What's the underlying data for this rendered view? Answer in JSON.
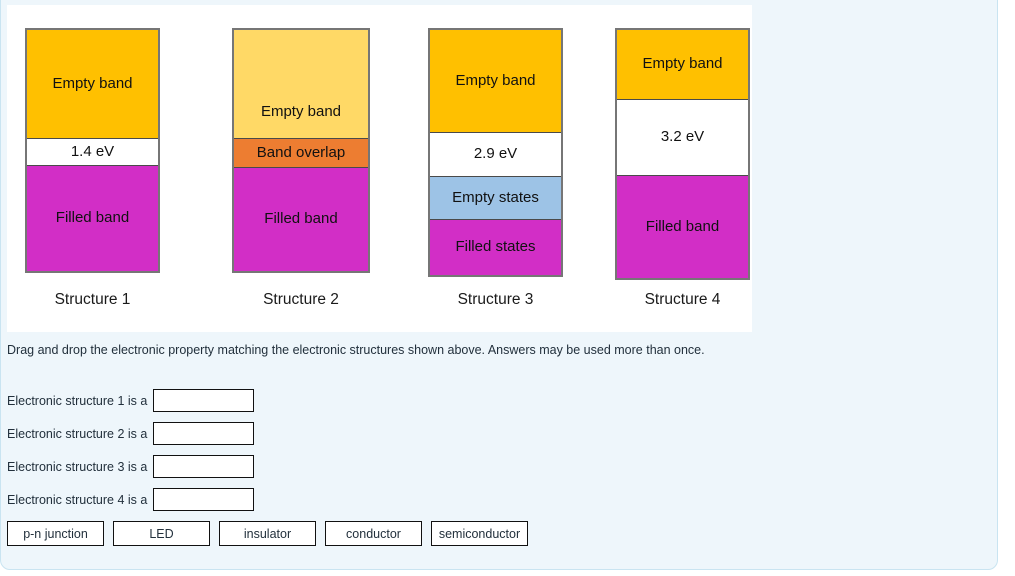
{
  "instruction": "Drag and drop the electronic property matching the electronic structures shown above. Answers may be used more than once.",
  "chart_data": {
    "type": "band-structure-diagrams",
    "structures": [
      {
        "label": "Structure 1",
        "segments": [
          {
            "text": "Empty band",
            "color": "#ffc000",
            "height": 108
          },
          {
            "text": "1.4 eV",
            "color": "#ffffff",
            "height": 27
          },
          {
            "text": "Filled band",
            "color": "#d22ec6",
            "height": 106
          }
        ]
      },
      {
        "label": "Structure 2",
        "segments": [
          {
            "text": "Empty band",
            "color": "#ffd966",
            "height": 108
          },
          {
            "text": "Band overlap",
            "color": "#ed7d31",
            "height": 29
          },
          {
            "text": "Filled band",
            "color": "#d22ec6",
            "height": 104
          }
        ]
      },
      {
        "label": "Structure 3",
        "segments": [
          {
            "text": "Empty band",
            "color": "#ffc000",
            "height": 102
          },
          {
            "text": "2.9 eV",
            "color": "#ffffff",
            "height": 44
          },
          {
            "text": "Empty states",
            "color": "#9dc3e6",
            "height": 43
          },
          {
            "text": "Filled states",
            "color": "#d22ec6",
            "height": 56
          }
        ]
      },
      {
        "label": "Structure 4",
        "segments": [
          {
            "text": "Empty band",
            "color": "#ffc000",
            "height": 69
          },
          {
            "text": "3.2 eV",
            "color": "#ffffff",
            "height": 76
          },
          {
            "text": "Filled band",
            "color": "#d22ec6",
            "height": 103
          }
        ]
      }
    ]
  },
  "answers": [
    {
      "label": "Electronic structure 1 is a",
      "value": ""
    },
    {
      "label": "Electronic structure 2 is a",
      "value": ""
    },
    {
      "label": "Electronic structure 3 is a",
      "value": ""
    },
    {
      "label": "Electronic structure 4 is a",
      "value": ""
    }
  ],
  "chips": [
    {
      "label": "p-n junction"
    },
    {
      "label": "LED"
    },
    {
      "label": "insulator"
    },
    {
      "label": "conductor"
    },
    {
      "label": "semiconductor"
    }
  ],
  "colors": {
    "panel_bg": "#eef6fb",
    "panel_border": "#c9e4f1",
    "gold": "#ffc000",
    "light_gold": "#ffd966",
    "orange": "#ed7d31",
    "magenta": "#d22ec6",
    "light_blue": "#9dc3e6"
  }
}
